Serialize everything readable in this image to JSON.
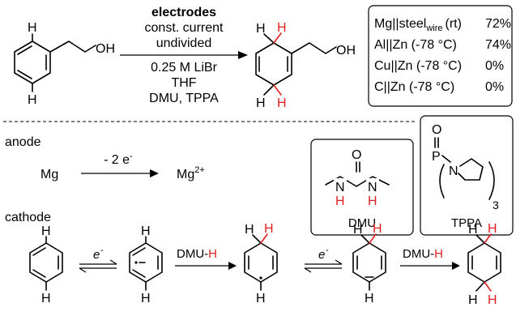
{
  "conditions": {
    "title": "electrodes",
    "line1": "const. current",
    "line2": "undivided",
    "electrolyte": "0.25 M LiBr",
    "solvent": "THF",
    "additives": "DMU, TPPA"
  },
  "atoms": {
    "H": "H",
    "OH": "OH",
    "N": "N",
    "O": "O",
    "P": "P"
  },
  "results_table": [
    {
      "electrodes": "Mg||steel",
      "sub": "wire",
      "temp": "(rt)",
      "yield": "72%"
    },
    {
      "electrodes": "Al||Zn (-78 °C)",
      "sub": "",
      "temp": "",
      "yield": "74%"
    },
    {
      "electrodes": "Cu||Zn (-78 °C)",
      "sub": "",
      "temp": "",
      "yield": "0%"
    },
    {
      "electrodes": "C||Zn (-78 °C)",
      "sub": "",
      "temp": "",
      "yield": "0%"
    }
  ],
  "anode": {
    "label": "anode",
    "reactant": "Mg",
    "arrow_label": "- 2 e",
    "arrow_sup": "-",
    "product": "Mg",
    "product_sup": "2+"
  },
  "reagents": {
    "dmu": "DMU",
    "tppa": "TPPA",
    "tppa_subscript": "3"
  },
  "cathode": {
    "label": "cathode",
    "electron": "e",
    "electron_sup": "-",
    "proton_source_prefix": "DMU-",
    "proton_source_h": "H"
  },
  "colors": {
    "highlight": "#e02020"
  }
}
